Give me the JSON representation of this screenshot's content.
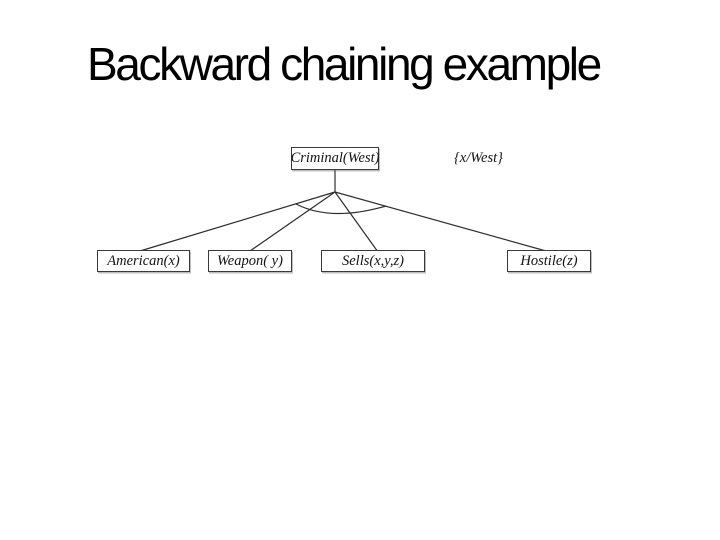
{
  "slide": {
    "title": "Backward chaining example",
    "background_color": "#ffffff",
    "title_color": "#000000"
  },
  "diagram": {
    "type": "proof-tree",
    "line_color": "#2e2e2e",
    "box_border_color": "#3a3a3a",
    "text_color": "#141414",
    "root": {
      "label": "Criminal(West)"
    },
    "substitution": {
      "label": "{x/West}"
    },
    "connector": "and-arc",
    "children": [
      {
        "label": "American(x)"
      },
      {
        "label": "Weapon( y)"
      },
      {
        "label": "Sells(x,y,z)"
      },
      {
        "label": "Hostile(z)"
      }
    ]
  }
}
